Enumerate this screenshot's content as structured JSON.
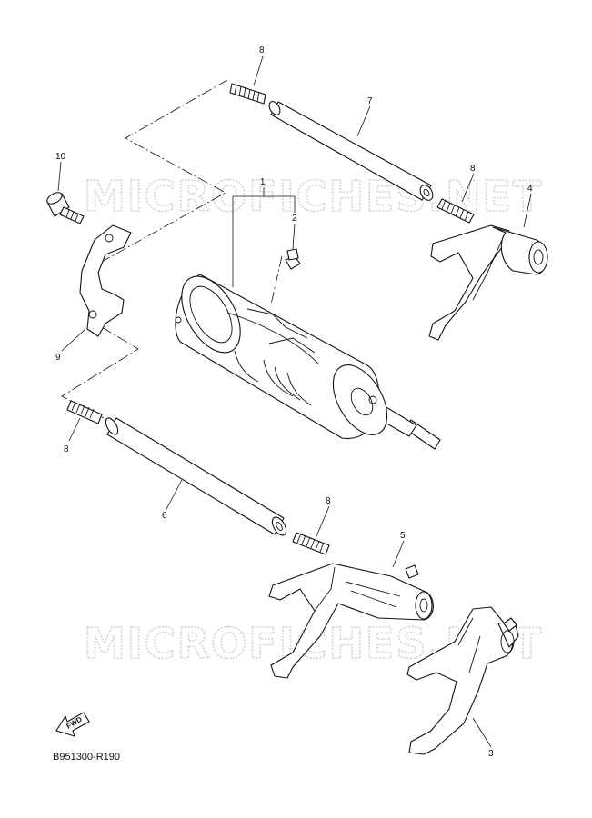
{
  "watermark": "MICROFICHES.NET",
  "diagram_code": "B951300-R190",
  "fwd_label": "FWD",
  "callouts": {
    "c1": "1",
    "c2": "2",
    "c3": "3",
    "c4": "4",
    "c5": "5",
    "c6": "6",
    "c7": "7",
    "c8a": "8",
    "c8b": "8",
    "c8c": "8",
    "c8d": "8",
    "c9": "9",
    "c10": "10"
  }
}
